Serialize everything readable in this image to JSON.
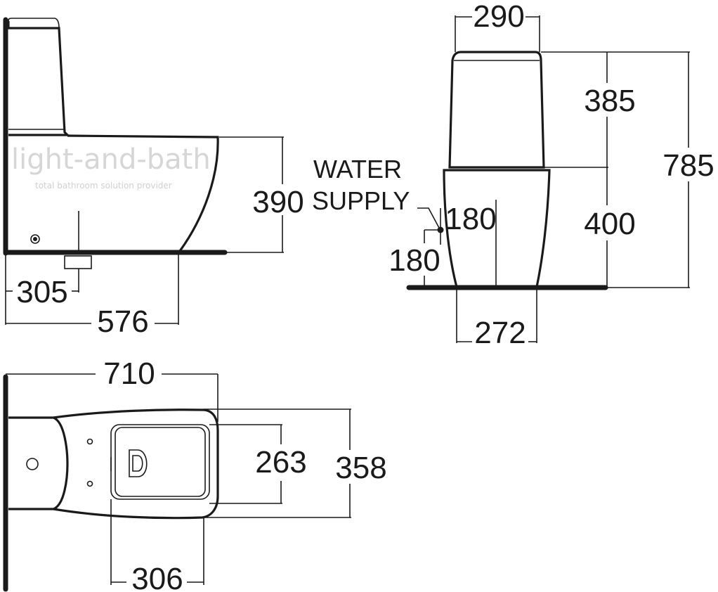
{
  "watermark": {
    "brand": "light-and-bath",
    "tagline": "total bathroom solution provider"
  },
  "side_view": {
    "height": "390",
    "supply_offset": "305",
    "total_depth": "576"
  },
  "front_view": {
    "cistern_width": "290",
    "cistern_height": "385",
    "pan_height": "400",
    "total_height": "785",
    "supply_label_line1": "WATER",
    "supply_label_line2": "SUPPLY",
    "supply_horizontal": "180",
    "supply_vertical": "180",
    "base_width": "272"
  },
  "top_view": {
    "total_length": "710",
    "seat_width": "263",
    "total_width": "358",
    "seat_length": "306"
  }
}
